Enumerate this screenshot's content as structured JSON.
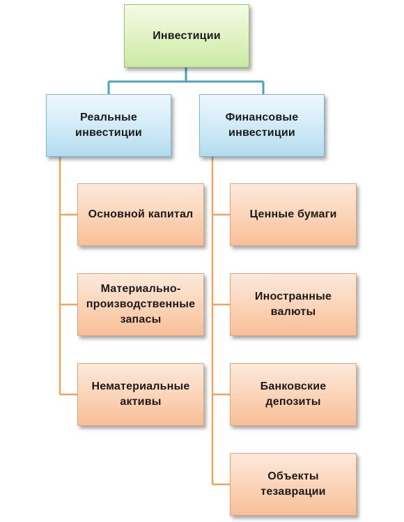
{
  "root": {
    "label": "Инвестиции"
  },
  "categories": [
    {
      "label": "Реальные\nинвестиции",
      "items": [
        {
          "label": "Основной  капитал"
        },
        {
          "label": "Материально-\nпроизводственные\nзапасы"
        },
        {
          "label": "Нематериальные\nактивы"
        }
      ]
    },
    {
      "label": "Финансовые\nинвестиции",
      "items": [
        {
          "label": "Ценные бумаги"
        },
        {
          "label": "Иностранные\nвалюты"
        },
        {
          "label": "Банковские\nдепозиты"
        },
        {
          "label": "Объекты\nтезаврации"
        }
      ]
    }
  ],
  "colors": {
    "root_connector": "#4aa3b8",
    "branch_connector": "#f0a45c"
  }
}
